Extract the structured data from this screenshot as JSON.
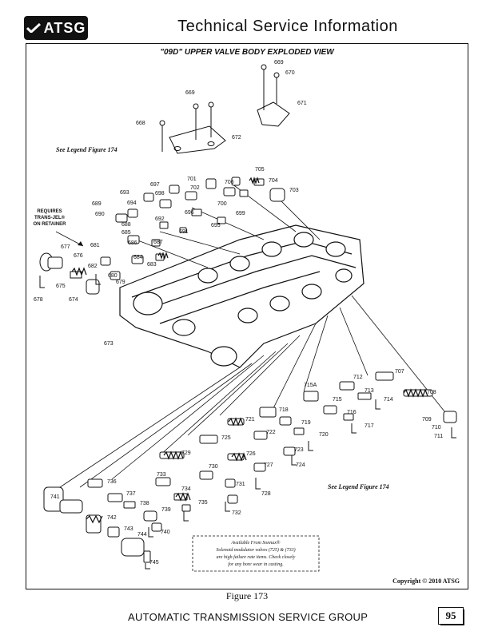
{
  "header": {
    "logo_text": "ATSG",
    "title": "Technical Service Information"
  },
  "diagram": {
    "title": "\"09D\" UPPER VALVE BODY EXPLODED VIEW",
    "legend_ref_top": "See Legend Figure 174",
    "legend_ref_bottom": "See Legend Figure 174",
    "note_lines": [
      "REQUIRES",
      "TRANS-JEL®",
      "ON RETAINER"
    ],
    "sonnax_lines": [
      "Available From Sonnax®",
      "Solenoid modulator valves (725) & (733)",
      "are high failure rate items.  Check closely",
      "for any bore wear in casting."
    ],
    "copyright": "Copyright © 2010 ATSG",
    "part_labels": [
      "668",
      "669",
      "669",
      "670",
      "671",
      "672",
      "673",
      "674",
      "675",
      "676",
      "677",
      "678",
      "679",
      "680",
      "681",
      "682",
      "683",
      "684",
      "685",
      "686",
      "687",
      "688",
      "689",
      "690",
      "691",
      "692",
      "693",
      "694",
      "695",
      "696",
      "697",
      "698",
      "699",
      "700",
      "701",
      "702",
      "703",
      "704",
      "705",
      "706",
      "707",
      "708",
      "709",
      "710",
      "711",
      "712",
      "713",
      "714",
      "715",
      "715A",
      "716",
      "717",
      "718",
      "719",
      "720",
      "721",
      "722",
      "723",
      "724",
      "725",
      "726",
      "727",
      "728",
      "729",
      "730",
      "731",
      "732",
      "733",
      "734",
      "735",
      "736",
      "737",
      "738",
      "739",
      "740",
      "741",
      "742",
      "743",
      "744",
      "745"
    ]
  },
  "caption": "Figure 173",
  "footer": {
    "org": "AUTOMATIC TRANSMISSION SERVICE GROUP",
    "page": "95"
  }
}
